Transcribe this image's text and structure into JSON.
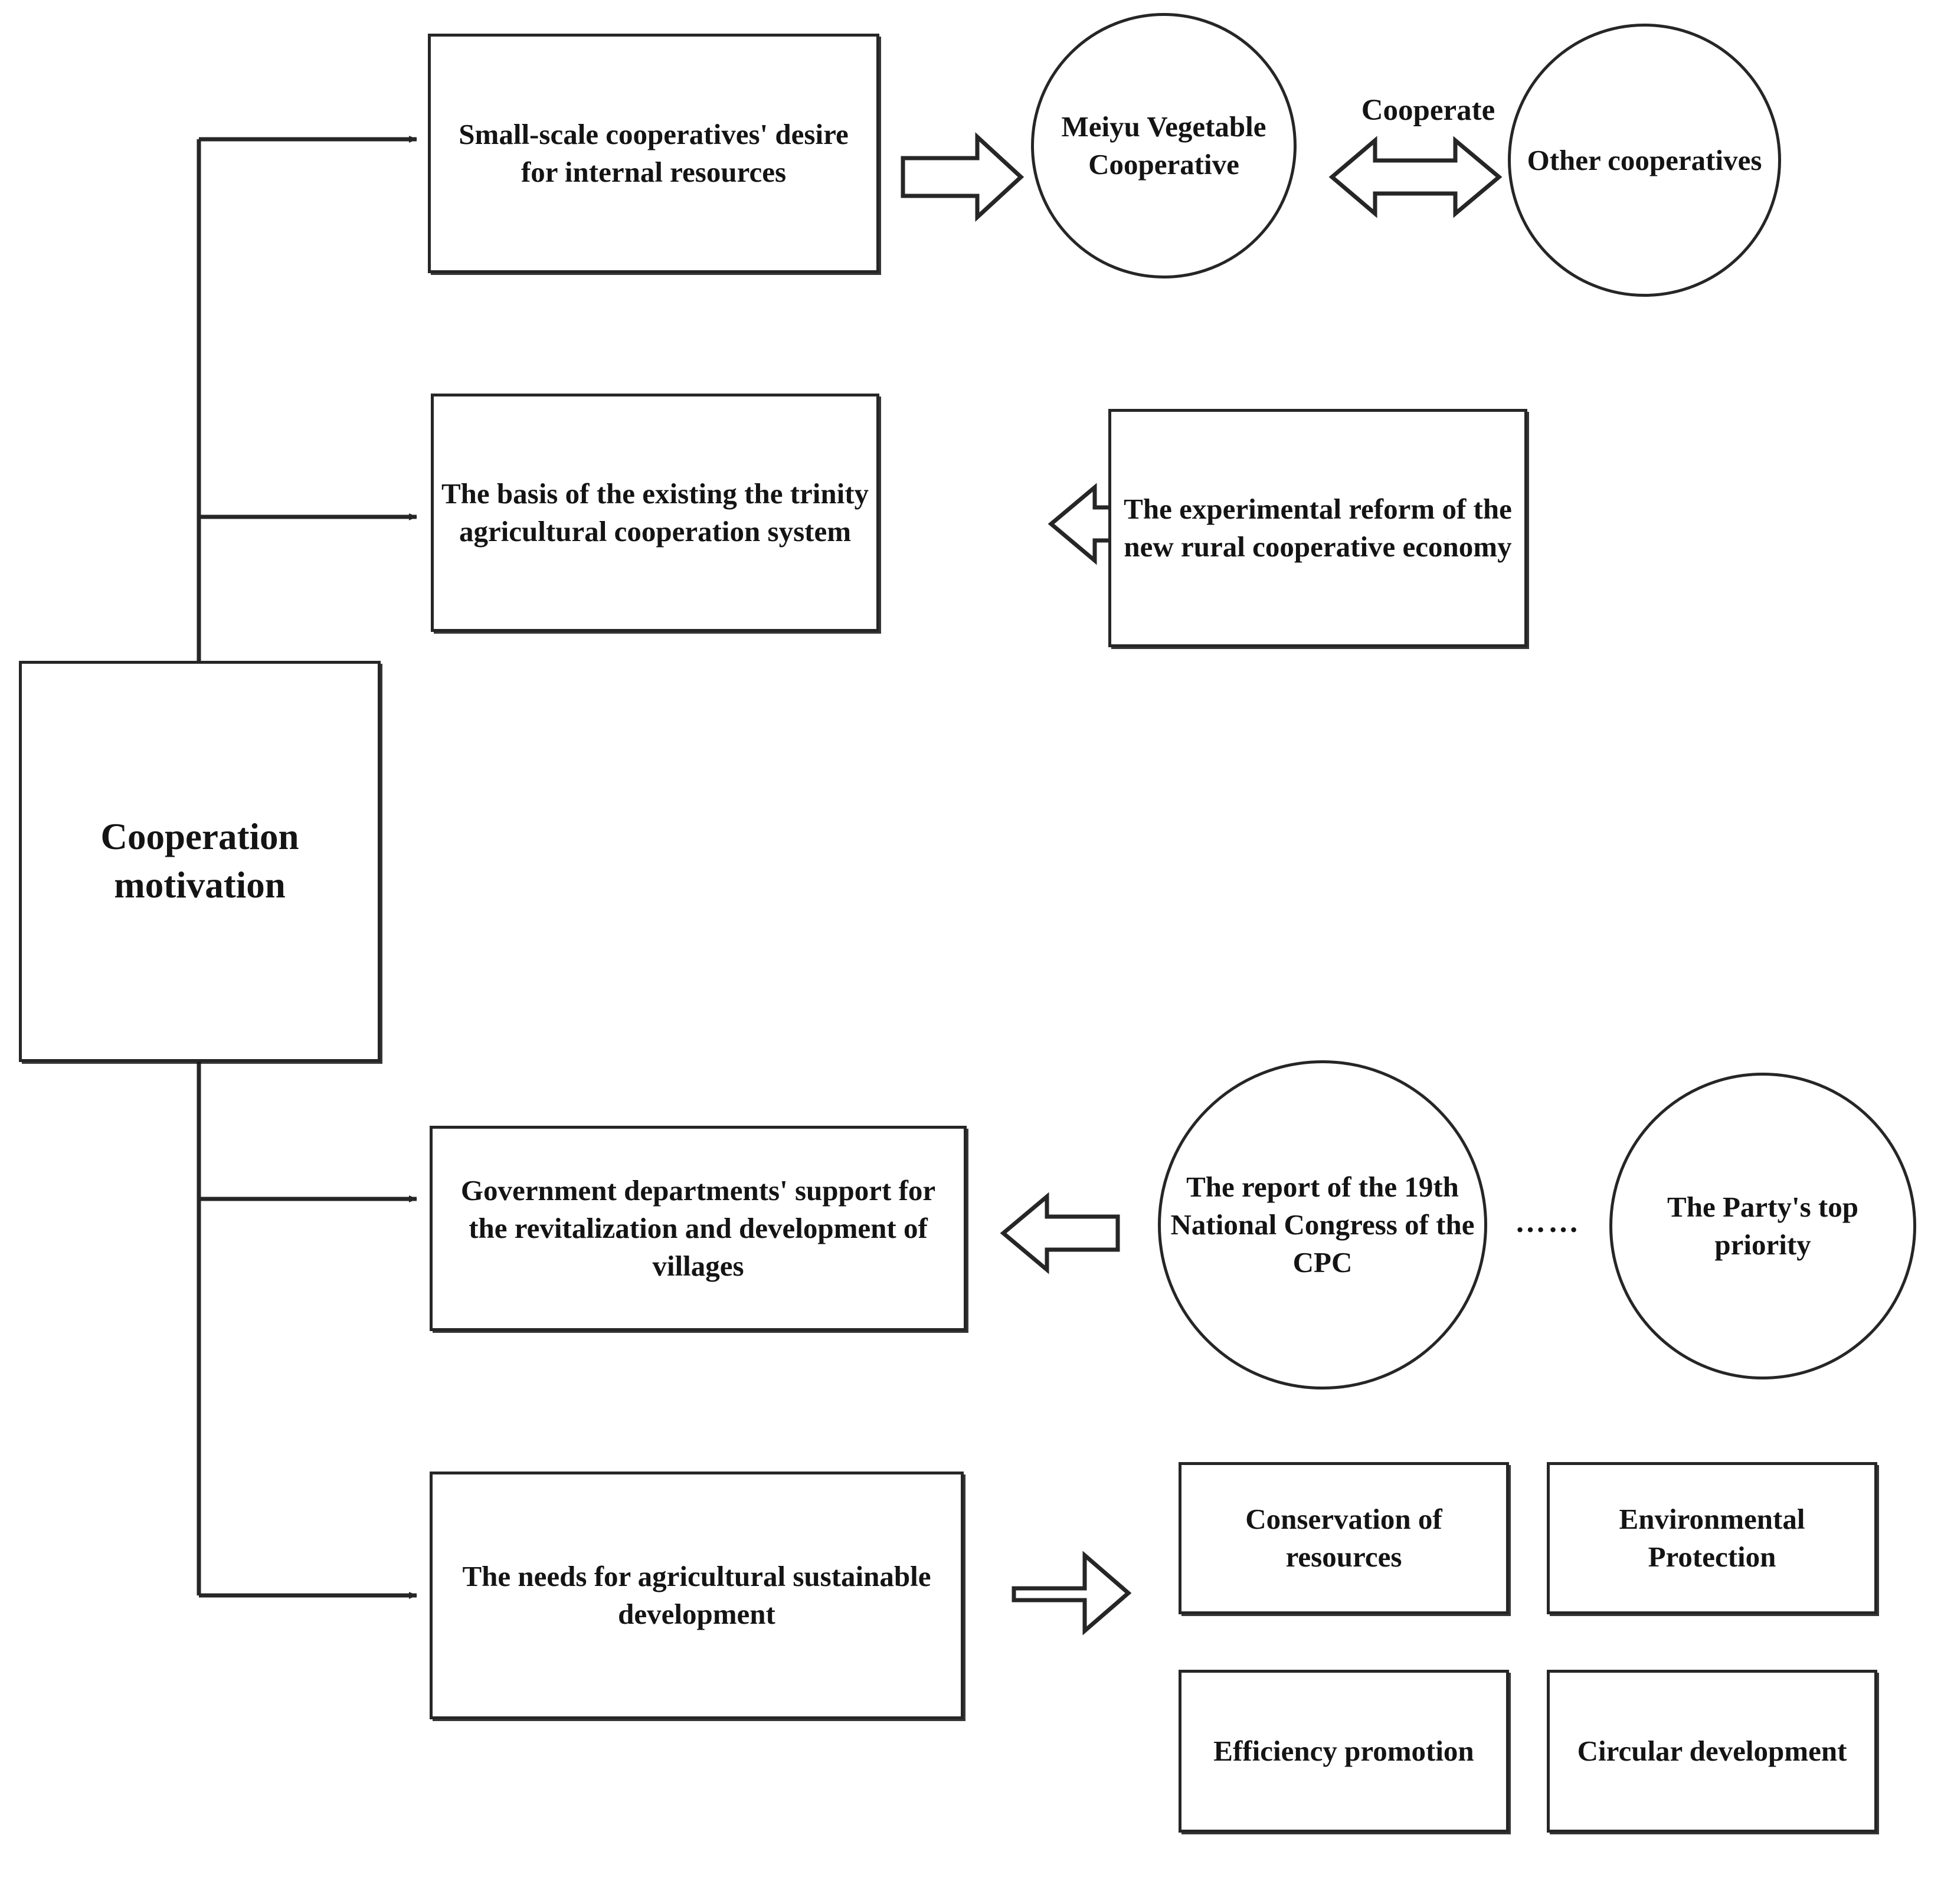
{
  "diagram": {
    "title": "Cooperation motivation framework",
    "colors": {
      "stroke": "#262626",
      "text": "#141414",
      "background": "#ffffff"
    },
    "root": {
      "label": "Cooperation\nmotivation"
    },
    "branches": [
      {
        "id": "branch-1",
        "label": "Small-scale cooperatives' desire for internal resources"
      },
      {
        "id": "branch-2",
        "label": "The basis of the existing the trinity agricultural cooperation system"
      },
      {
        "id": "branch-3",
        "label": "Government departments' support for the revitalization and development of villages"
      },
      {
        "id": "branch-4",
        "label": "The needs for agricultural sustainable development"
      }
    ],
    "row1": {
      "circle_left": {
        "label": "Meiyu Vegetable Cooperative"
      },
      "circle_right": {
        "label": "Other cooperatives"
      },
      "link_label": "Cooperate"
    },
    "row2": {
      "source_box": {
        "label": "The experimental reform of the new rural cooperative economy"
      }
    },
    "row3": {
      "circle_left": {
        "label": "The report of the 19th National Congress of the CPC"
      },
      "circle_right": {
        "label": "The Party's top priority"
      },
      "ellipsis": "……"
    },
    "row4": {
      "outcomes": [
        {
          "label": "Conservation of resources"
        },
        {
          "label": "Environmental Protection"
        },
        {
          "label": "Efficiency promotion"
        },
        {
          "label": "Circular development"
        }
      ]
    },
    "icons": {
      "line_arrow": "line-arrow-right-icon",
      "block_arrow_right": "block-arrow-right-icon",
      "block_arrow_left": "block-arrow-left-icon",
      "block_arrow_double": "block-arrow-double-icon",
      "ellipsis": "ellipsis-icon"
    }
  }
}
